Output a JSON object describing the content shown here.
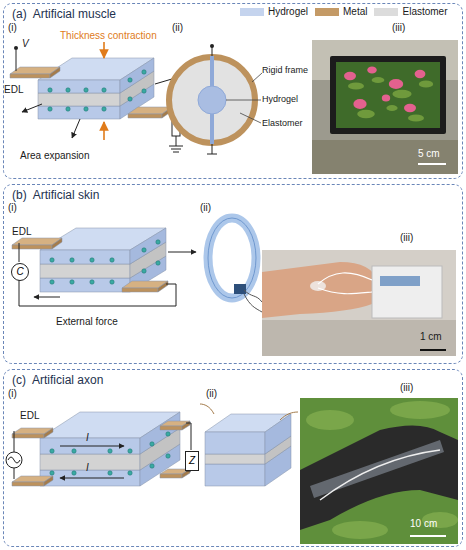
{
  "diagram": {
    "nodes": [
      {
        "text": [
          "(a)",
          "Artificial muscle"
        ]
      },
      {
        "text": [
          "(b)",
          "Artificial skin"
        ]
      },
      {
        "text": [
          "C"
        ],
        "in": 1
      },
      {
        "text": [
          "(c)",
          "Artificial axon"
        ]
      },
      {
        "text": [
          "Z"
        ],
        "in": 3
      }
    ],
    "labels": [
      "(i)",
      "V",
      "EDL",
      "Thickness contraction",
      "Area expansion",
      "(ii)",
      "Rigid frame",
      "Hydrogel",
      "Elastomer",
      "(iii)",
      "5 cm",
      "(i)",
      "EDL",
      "External force",
      "(ii)",
      "(iii)",
      "1 cm",
      "(i)",
      "EDL",
      "I",
      "I",
      "(ii)",
      "(iii)",
      "10 cm"
    ],
    "legend": [
      {
        "text": "Hydrogel",
        "color": "#c5d4ee"
      },
      {
        "text": "Metal",
        "color": "#c49a66"
      },
      {
        "text": "Elastomer",
        "color": "#dcdcdc"
      }
    ]
  }
}
